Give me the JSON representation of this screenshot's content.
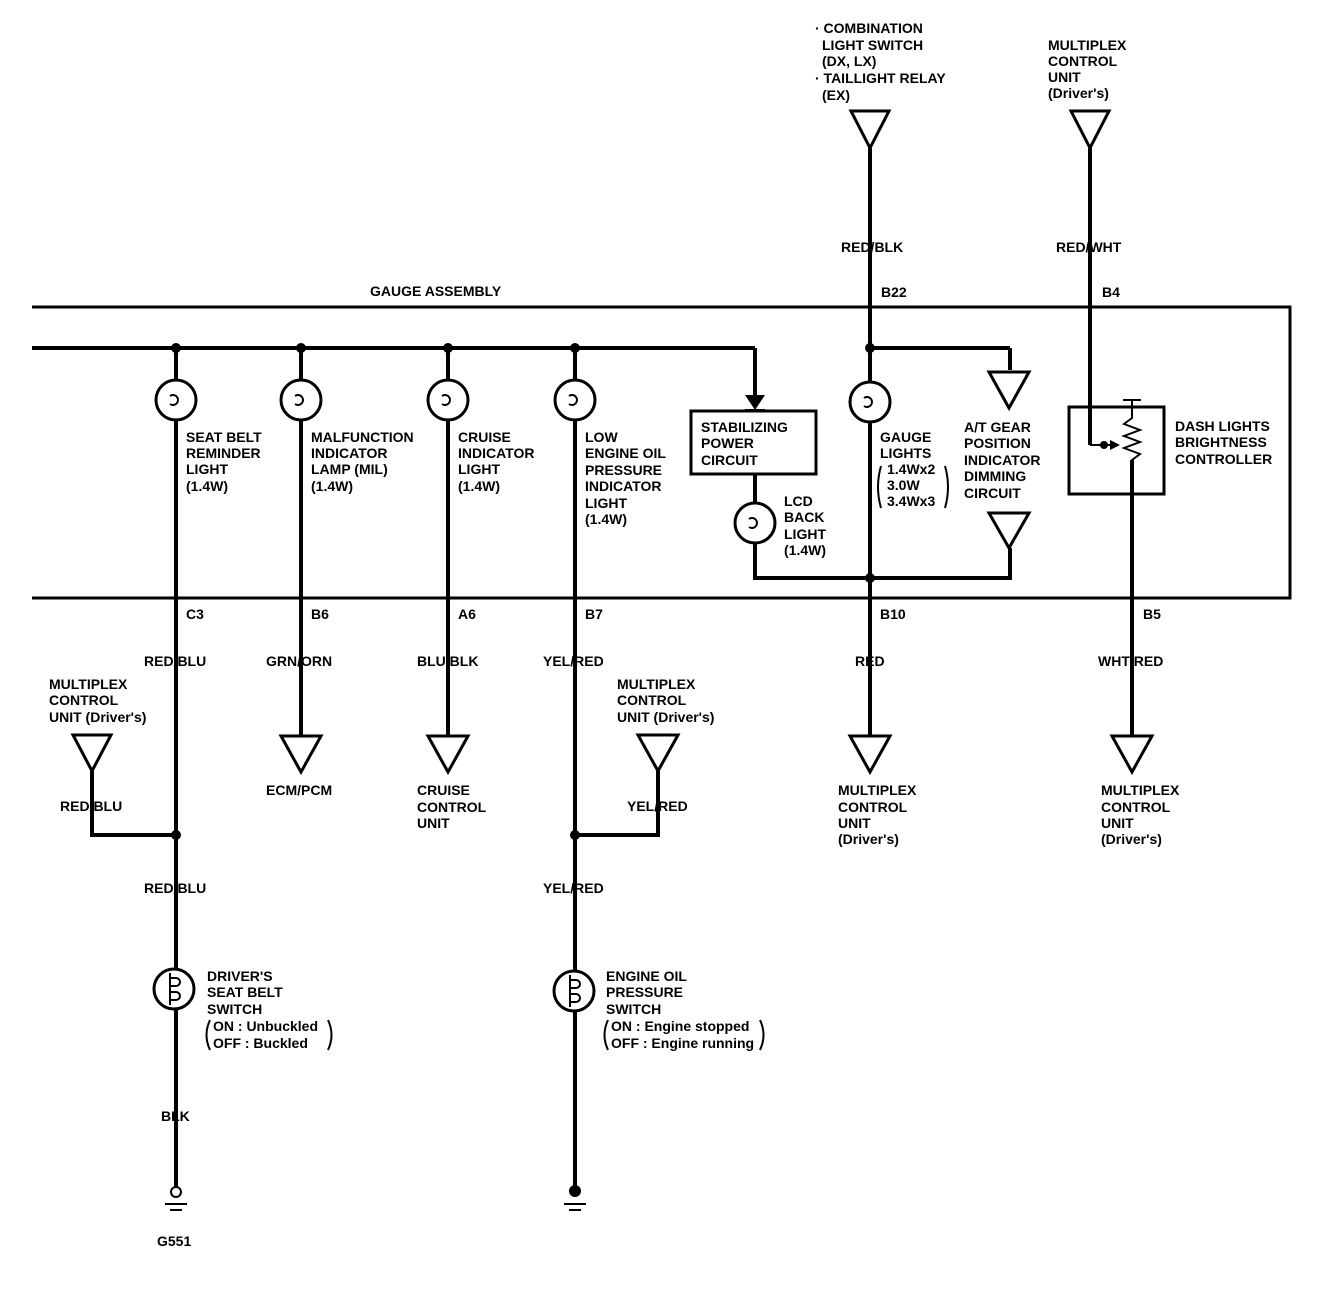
{
  "top_sources": {
    "combination": [
      "· COMBINATION",
      "LIGHT SWITCH",
      "(DX, LX)",
      "· TAILLIGHT RELAY",
      "(EX)"
    ],
    "multiplex_top": [
      "MULTIPLEX",
      "CONTROL",
      "UNIT",
      "(Driver's)"
    ]
  },
  "assembly": {
    "title": "GAUGE ASSEMBLY",
    "pin_top_gauge": "B22",
    "pin_top_dash": "B4",
    "wire_top_gauge": "RED/BLK",
    "wire_top_dash": "RED/WHT"
  },
  "lamps": {
    "seat_belt": [
      "SEAT BELT",
      "REMINDER",
      "LIGHT",
      "(1.4W)"
    ],
    "mil": [
      "MALFUNCTION",
      "INDICATOR",
      "LAMP (MIL)",
      "(1.4W)"
    ],
    "cruise": [
      "CRUISE",
      "INDICATOR",
      "LIGHT",
      "(1.4W)"
    ],
    "oil": [
      "LOW",
      "ENGINE OIL",
      "PRESSURE",
      "INDICATOR",
      "LIGHT",
      "(1.4W)"
    ],
    "stabilizing": [
      "STABILIZING",
      "POWER",
      "CIRCUIT"
    ],
    "lcd": [
      "LCD",
      "BACK",
      "LIGHT",
      "(1.4W)"
    ],
    "gauge": [
      "GAUGE",
      "LIGHTS"
    ],
    "gauge_specs": [
      "1.4Wx2",
      "3.0W",
      "3.4Wx3"
    ],
    "at_gear": [
      "A/T GEAR",
      "POSITION",
      "INDICATOR",
      "DIMMING",
      "CIRCUIT"
    ],
    "dash": [
      "DASH LIGHTS",
      "BRIGHTNESS",
      "CONTROLLER"
    ]
  },
  "bottom_pins": {
    "c3": "C3",
    "b6": "B6",
    "a6": "A6",
    "b7": "B7",
    "b10": "B10",
    "b5": "B5"
  },
  "wires": {
    "red_blu": "RED/BLU",
    "grn_orn": "GRN/ORN",
    "blu_blk": "BLU/BLK",
    "yel_red": "YEL/RED",
    "red": "RED",
    "wht_red": "WHT/RED",
    "side_red_blu": "RED/BLU",
    "side_yel_red": "YEL/RED",
    "lower_red_blu": "RED/BLU",
    "lower_yel_red": "YEL/RED",
    "blk": "BLK"
  },
  "destinations": {
    "mux_left": [
      "MULTIPLEX",
      "CONTROL",
      "UNIT (Driver's)"
    ],
    "mux_mid": [
      "MULTIPLEX",
      "CONTROL",
      "UNIT (Driver's)"
    ],
    "ecm": [
      "ECM/PCM"
    ],
    "cruise_unit": [
      "CRUISE",
      "CONTROL",
      "UNIT"
    ],
    "mux_red": [
      "MULTIPLEX",
      "CONTROL",
      "UNIT",
      "(Driver's)"
    ],
    "mux_wht": [
      "MULTIPLEX",
      "CONTROL",
      "UNIT",
      "(Driver's)"
    ]
  },
  "switches": {
    "seat_belt": [
      "DRIVER'S",
      "SEAT BELT",
      "SWITCH"
    ],
    "seat_belt_states": [
      "ON   : Unbuckled",
      "OFF : Buckled"
    ],
    "oil": [
      "ENGINE OIL",
      "PRESSURE",
      "SWITCH"
    ],
    "oil_states": [
      "ON   : Engine stopped",
      "OFF : Engine running"
    ]
  },
  "ground": {
    "label": "G551"
  }
}
